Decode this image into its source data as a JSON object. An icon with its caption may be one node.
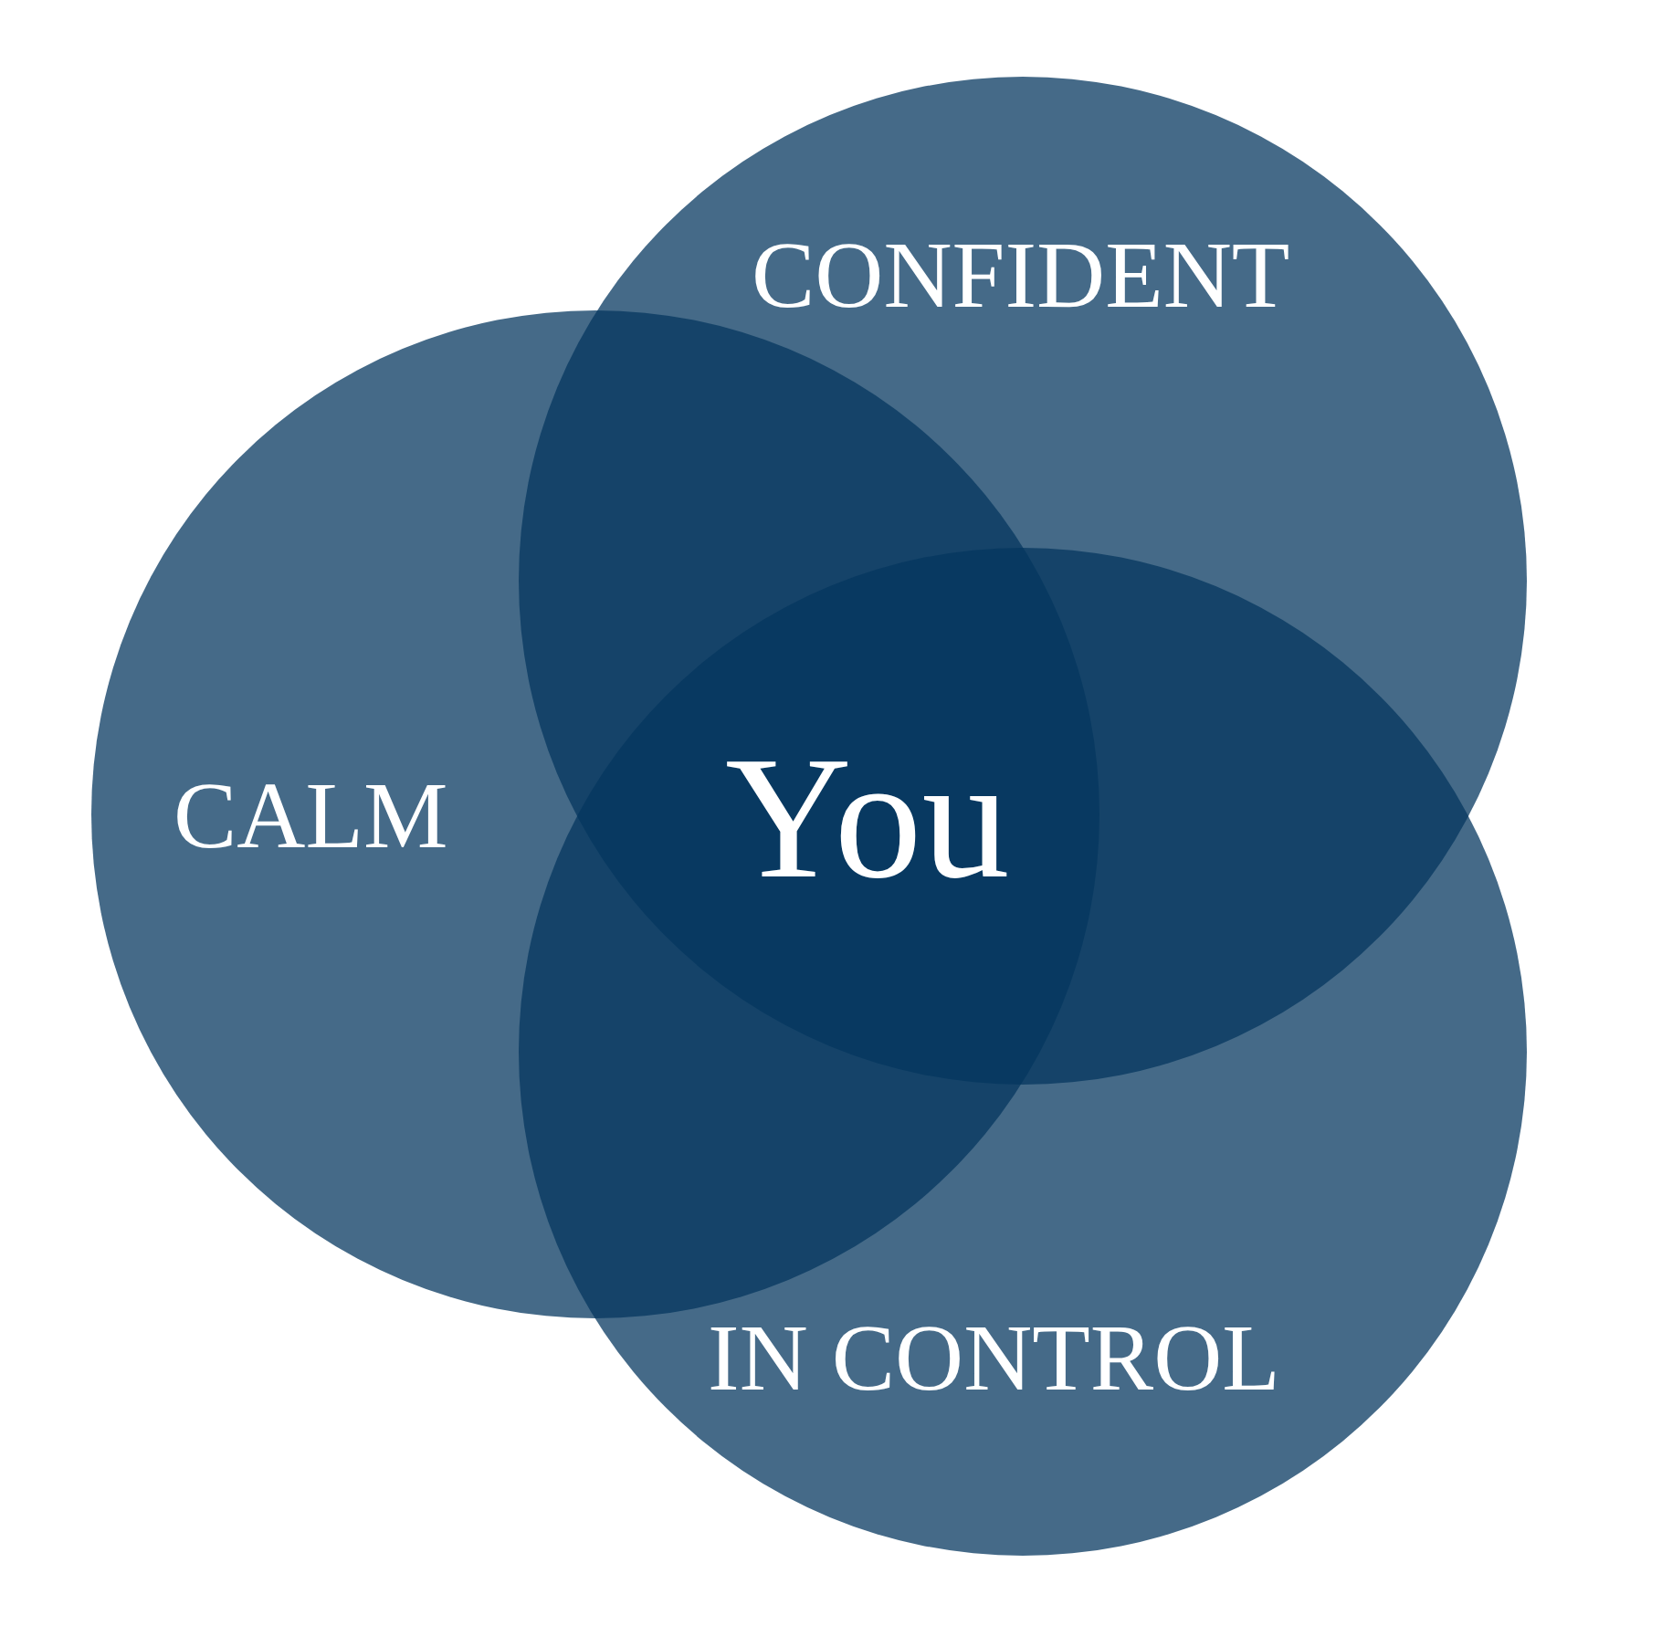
{
  "diagram": {
    "nodes": [
      {
        "text": [
          "CONFIDENT"
        ]
      },
      {
        "text": [
          "CALM"
        ]
      },
      {
        "text": [
          "IN CONTROL"
        ]
      }
    ],
    "labels": [
      "You"
    ]
  }
}
